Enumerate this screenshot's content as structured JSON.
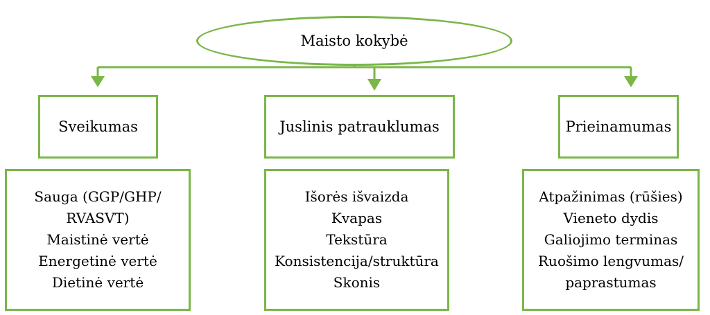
{
  "colors": {
    "accent": "#7ab648",
    "text": "#000000",
    "background": "#ffffff"
  },
  "root": {
    "label": "Maisto kokybė"
  },
  "categories": [
    {
      "label": "Sveikumas",
      "items": [
        "Sauga (GGP/GHP/",
        "RVASVT)",
        "Maistinė vertė",
        "Energetinė vertė",
        "Dietinė vertė"
      ]
    },
    {
      "label": "Juslinis patrauklumas",
      "items": [
        "Išorės išvaizda",
        "Kvapas",
        "Tekstūra",
        "Konsistencija/struktūra",
        "Skonis"
      ]
    },
    {
      "label": "Prieinamumas",
      "items": [
        "Atpažinimas (rūšies)",
        "Vieneto dydis",
        "Galiojimo terminas",
        "Ruošimo lengvumas/",
        "paprastumas"
      ]
    }
  ]
}
